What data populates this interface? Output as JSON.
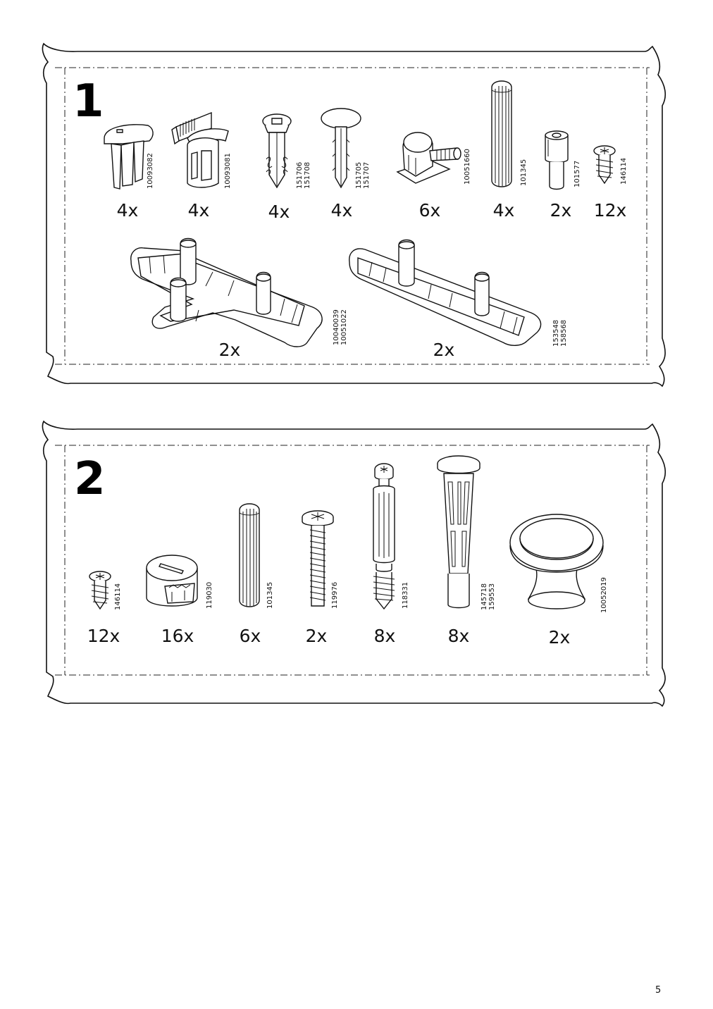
{
  "page_number": "5",
  "steps": [
    {
      "number": "1",
      "parts": [
        {
          "icon": "bracket-clip-icon",
          "codes": [
            "10093082"
          ],
          "qty": "4x"
        },
        {
          "icon": "shelf-clip-icon",
          "codes": [
            "10093081"
          ],
          "qty": "4x"
        },
        {
          "icon": "expansion-plug-icon",
          "codes": [
            "151706",
            "151708"
          ],
          "qty": "4x"
        },
        {
          "icon": "push-pin-plug-icon",
          "codes": [
            "151705",
            "151707"
          ],
          "qty": "4x"
        },
        {
          "icon": "hinge-block-icon",
          "codes": [
            "10051660"
          ],
          "qty": "6x"
        },
        {
          "icon": "wooden-dowel-icon",
          "codes": [
            "101345"
          ],
          "qty": "4x"
        },
        {
          "icon": "sleeve-nut-icon",
          "codes": [
            "101577"
          ],
          "qty": "2x"
        },
        {
          "icon": "short-screw-icon",
          "codes": [
            "146114"
          ],
          "qty": "12x"
        },
        {
          "icon": "cross-base-plate-icon",
          "codes": [
            "10040039",
            "10051022"
          ],
          "qty": "2x"
        },
        {
          "icon": "straight-base-plate-icon",
          "codes": [
            "153548",
            "158568"
          ],
          "qty": "2x"
        }
      ]
    },
    {
      "number": "2",
      "parts": [
        {
          "icon": "short-screw-icon",
          "codes": [
            "146114"
          ],
          "qty": "12x"
        },
        {
          "icon": "cam-lock-icon",
          "codes": [
            "119030"
          ],
          "qty": "16x"
        },
        {
          "icon": "wooden-dowel-icon",
          "codes": [
            "101345"
          ],
          "qty": "6x"
        },
        {
          "icon": "long-screw-icon",
          "codes": [
            "119976"
          ],
          "qty": "2x"
        },
        {
          "icon": "cam-bolt-icon",
          "codes": [
            "118331"
          ],
          "qty": "8x"
        },
        {
          "icon": "shelf-pin-icon",
          "codes": [
            "145718",
            "159553"
          ],
          "qty": "8x"
        },
        {
          "icon": "knob-icon",
          "codes": [
            "10052019"
          ],
          "qty": "2x"
        }
      ]
    }
  ]
}
